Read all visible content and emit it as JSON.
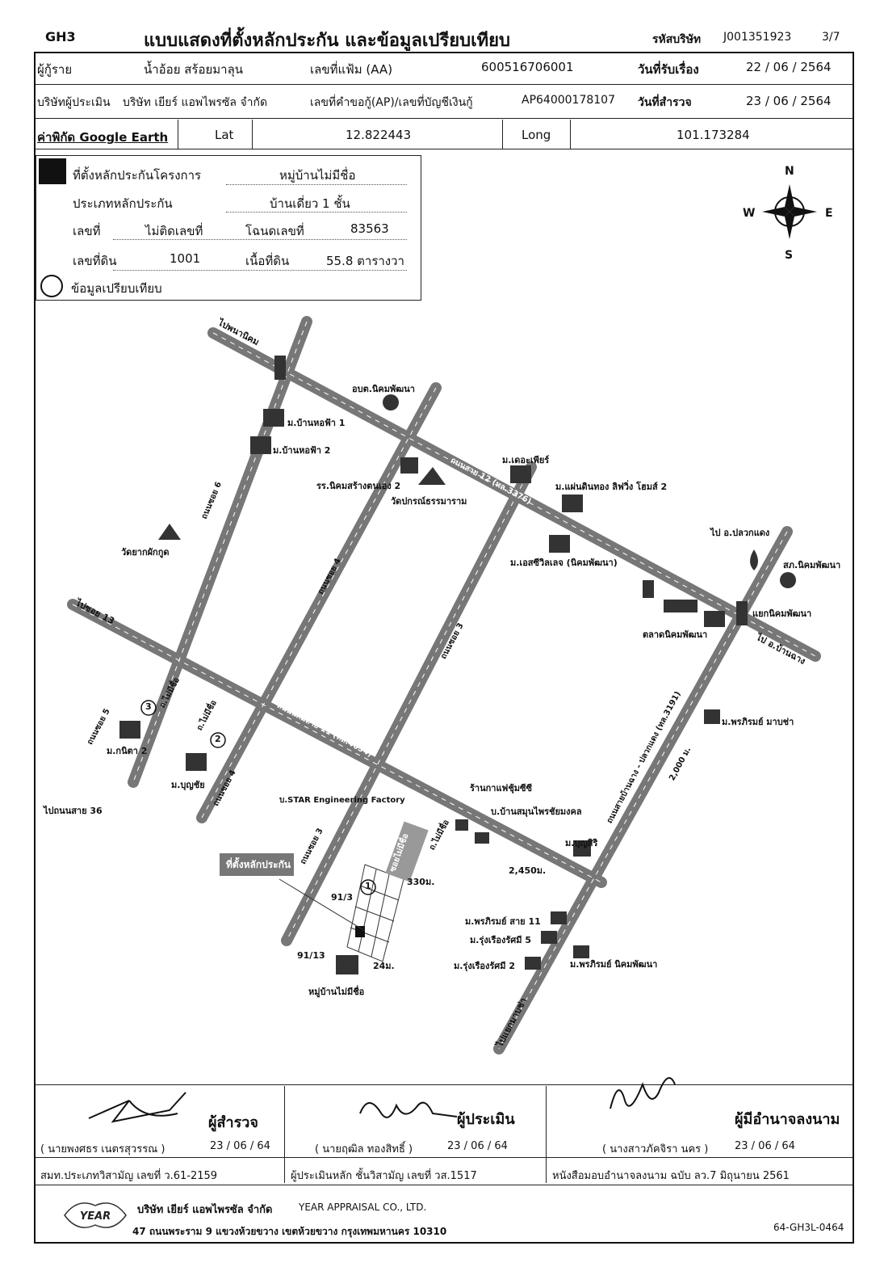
{
  "header": {
    "form_code": "GH3",
    "title": "แบบแสดงที่ตั้งหลักประกัน และข้อมูลเปรียบเทียบ",
    "company_code_label": "รหัสบริษัท",
    "company_code": "J001351923",
    "page": "3/7"
  },
  "info": {
    "borrower_label": "ผู้กู้ราย",
    "borrower": "น้ำอ้อย สร้อยมาลุน",
    "file_no_label": "เลขที่แฟ้ม (AA)",
    "file_no": "600516706001",
    "received_label": "วันที่รับเรื่อง",
    "received_date": "22 / 06 / 2564",
    "appraiser_company_label": "บริษัทผู้ประเมิน",
    "appraiser_company": "บริษัท เยียร์ แอพไพรซัล จำกัด",
    "request_no_label": "เลขที่คำขอกู้(AP)/เลขที่บัญชีเงินกู้",
    "request_no": "AP64000178107",
    "survey_label": "วันที่สำรวจ",
    "survey_date": "23 / 06 / 2564"
  },
  "coords": {
    "label": "ค่าพิกัด Google Earth",
    "lat_label": "Lat",
    "lat": "12.822443",
    "long_label": "Long",
    "long": "101.173284"
  },
  "legend": {
    "collateral_label": "ที่ตั้งหลักประกันโครงการ",
    "collateral_value": "หมู่บ้านไม่มีชื่อ",
    "type_label": "ประเภทหลักประกัน",
    "type_value": "บ้านเดี่ยว 1 ชั้น",
    "house_no_label": "เลขที่",
    "house_no": "ไม่ติดเลขที่",
    "deed_label": "โฉนดเลขที่",
    "deed_no": "83563",
    "land_no_label": "เลขที่ดิน",
    "land_no": "1001",
    "area_label": "เนื้อที่ดิน",
    "area": "55.8 ตารางวา",
    "comparison_label": "ข้อมูลเปรียบเทียบ"
  },
  "compass": {
    "n": "N",
    "s": "S",
    "e": "E",
    "w": "W"
  },
  "map": {
    "labels": {
      "to_nikhom": "ไปพนานิคม",
      "school": "อบต.นิคมพัฒนา",
      "baan_horfa1": "ม.บ้านหอฟ้า 1",
      "baan_horfa2": "ม.บ้านหอฟ้า 2",
      "deprach": "ม.เดอะเพียร์",
      "school2": "รร.นิคมสร้างตนเอง 2",
      "wat_pakorn": "วัดปกรณ์ธรรมาราม",
      "mansin": "ม.แผ่นดินทอง ลิฟวิ่ง โฮมส์ 2",
      "road12": "ถนนสาย 12 (ทล.3376)",
      "wat_yak": "วัดยากผักกูด",
      "road6": "ถนนซอย 6",
      "road4a": "ถนนซอย 4",
      "road3a": "ถนนซอย 3",
      "es_ville": "ม.เอสซีวิลเลจ (นิคมพัฒนา)",
      "to_pluak": "ไป อ.ปลวกแดง",
      "police": "สภ.นิคมพัฒนา",
      "junction": "แยกนิคมพัฒนา",
      "market": "ตลาดนิคมพัฒนา",
      "to_banchang": "ไป อ.บ้านฉาง",
      "to_soi13": "ไปซอย 13",
      "road11": "ถนนนิคมสาย 11 (ทล.4034)",
      "plumbing": "ถ.ไม่มีชื่อ",
      "plumbing2": "ถ.ไม่มีชื่อ",
      "road5": "ถนนซอย 5",
      "kanitha": "ม.กนิตา 2",
      "boonchai": "ม.บุญชัย",
      "road4b": "ถนนซอย 4",
      "to_road36": "ไปถนนสาย 36",
      "star_factory": "บ.STAR Engineering Factory",
      "cafe": "ร้านกาแฟชุ้มซีซี",
      "herbal": "บ.บ้านสมุนไพรชัยมงคล",
      "boonsiri": "ม.บุญสิริ",
      "main_road": "ถนนสายบ้านฉาง - ปลวกแดง (ทล.3191)",
      "dist_2000": "2,000 ม.",
      "pornpirom_marsha": "ม.พรภิรมย์ มาบช่า",
      "collateral_tag": "ที่ตั้งหลักประกัน",
      "road3b": "ถนนซอย 3",
      "nameless_road": "ถ.ไม่มีชื่อ",
      "soi_plumbing": "ซอยไม่มีชื่อ",
      "lot_913": "91/3",
      "lot_9113": "91/13",
      "dist_330": "330ม.",
      "dist_2450": "2,450ม.",
      "dist_24": "24ม.",
      "nameless_village": "หมู่บ้านไม่มีชื่อ",
      "pornpirom11": "ม.พรภิรมย์ สาย 11",
      "rungruang5": "ม.รุ่งเรืองรัศมี 5",
      "rungruang2": "ม.รุ่งเรืองรัศมี 2",
      "pornpirom_nikhom": "ม.พรภิรมย์ นิคมพัฒนา",
      "to_ban_chang2": "ไปแยกมาบช่า",
      "marker1": "1",
      "marker2": "2",
      "marker3": "3"
    }
  },
  "signatures": {
    "surveyor_label": "ผู้สำรวจ",
    "surveyor_name": "( นายพงศธร เนตรสุวรรณ )",
    "surveyor_date": "23 / 06 / 64",
    "appraiser_label": "ผู้ประเมิน",
    "appraiser_name": "( นายฤฒิล ทองสิทธิ์ )",
    "appraiser_date": "23 / 06 / 64",
    "signer_label": "ผู้มีอำนาจลงนาม",
    "signer_name": "( นางสาวภัคจิรา นคร )",
    "signer_date": "23 / 06 / 64",
    "license1": "สมท.ประเภทวิสามัญ เลขที่ ว.61-2159",
    "license2": "ผู้ประเมินหลัก ชั้นวิสามัญ เลขที่ วส.1517",
    "license3": "หนังสือมอบอำนาจลงนาม ฉบับ ลว.7 มิถุนายน 2561"
  },
  "footer": {
    "company_th": "บริษัท เยียร์ แอพไพรซัล จำกัด",
    "company_en": "YEAR APPRAISAL CO., LTD.",
    "address": "47 ถนนพระราม 9 แขวงห้วยขวาง เขตห้วยขวาง กรุงเทพมหานคร 10310",
    "doc_code": "64-GH3L-0464",
    "logo_text": "YEAR"
  }
}
